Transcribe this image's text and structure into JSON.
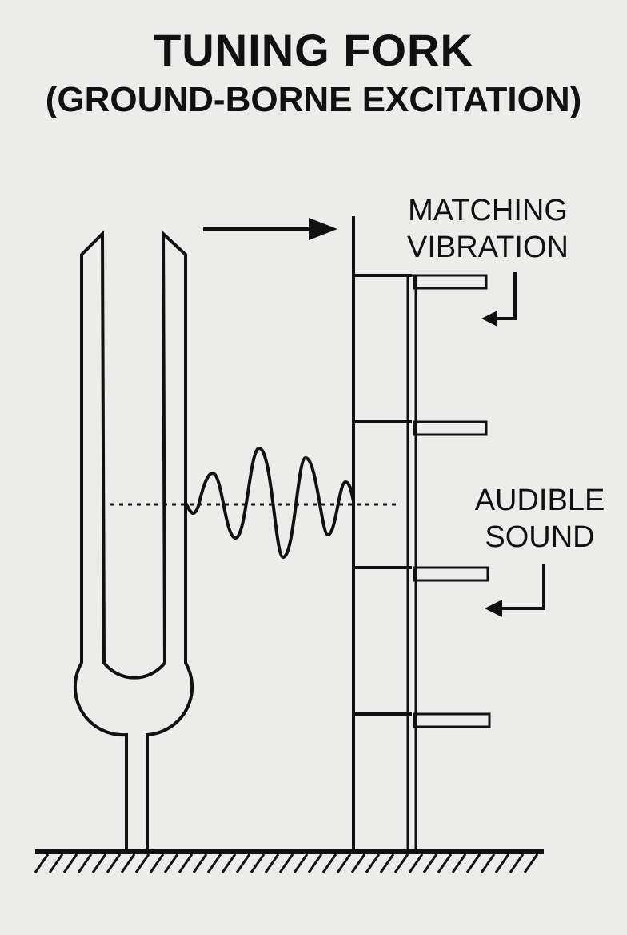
{
  "header": {
    "title": "TUNING FORK",
    "subtitle": "(GROUND-BORNE EXCITATION)"
  },
  "labels": {
    "matching_line1": "MATCHING",
    "matching_line2": "VIBRATION",
    "audible_line1": "AUDIBLE",
    "audible_line2": "SOUND"
  },
  "colors": {
    "background": "#ececea",
    "ink": "#111111"
  },
  "icons": [
    "tuning-fork-icon",
    "arrow-right-icon",
    "wave-icon",
    "elbow-arrow-icon",
    "ground-hatch-icon"
  ]
}
